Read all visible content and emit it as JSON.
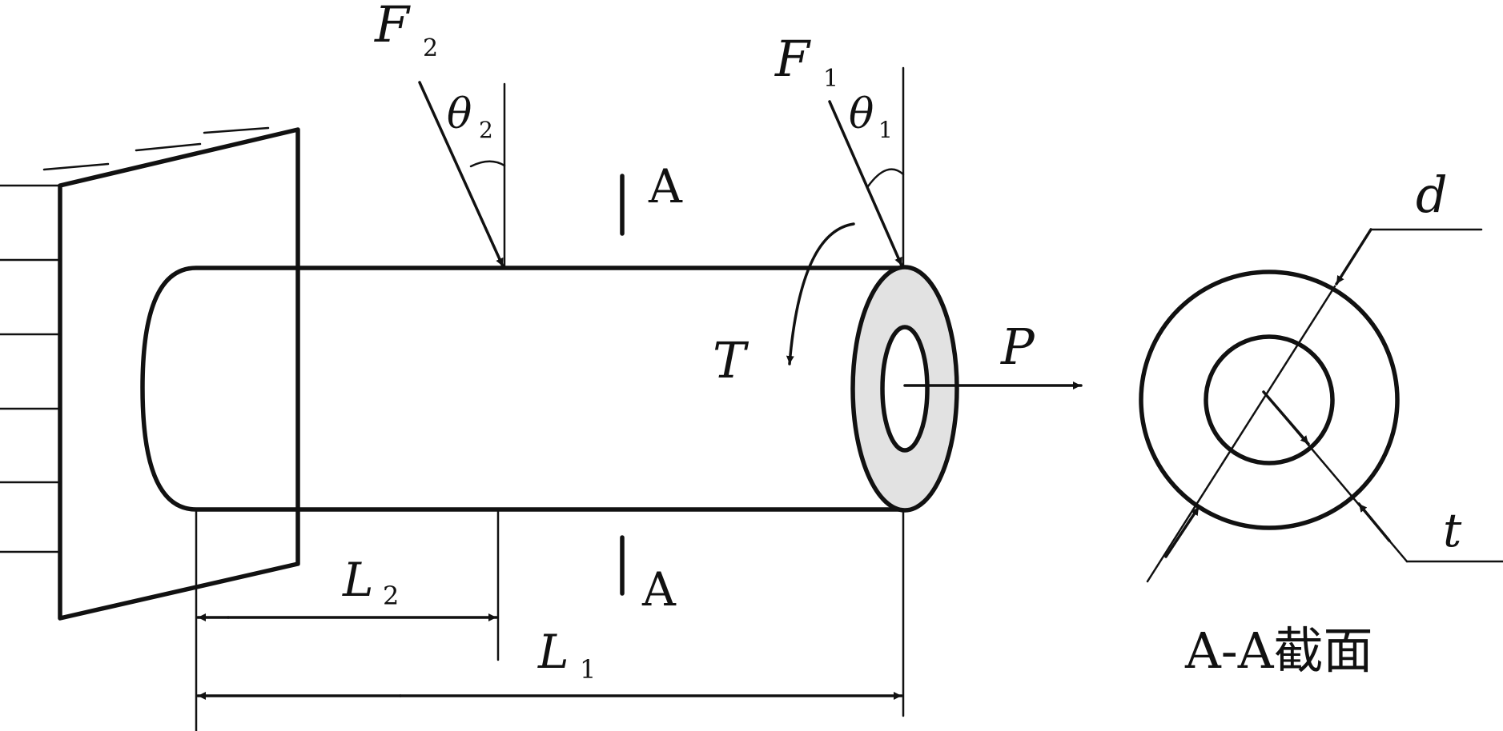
{
  "labels": {
    "force1": "F",
    "force1_sub": "1",
    "force2": "F",
    "force2_sub": "2",
    "angle1": "θ",
    "angle1_sub": "1",
    "angle2": "θ",
    "angle2_sub": "2",
    "torque": "T",
    "axial_load": "P",
    "section_mark_top": "A",
    "section_mark_bottom": "A",
    "length2": "L",
    "length2_sub": "2",
    "length1": "L",
    "length1_sub": "1",
    "diameter": "d",
    "thickness": "t",
    "section_caption": "A-A截面"
  },
  "colors": {
    "line": "#111111",
    "end_face_fill": "#e2e2e2",
    "background": "#ffffff"
  }
}
